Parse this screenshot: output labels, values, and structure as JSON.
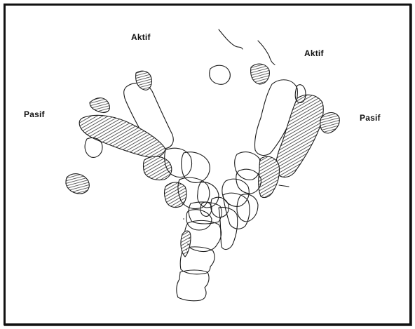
{
  "labels": {
    "top_left": "Aktif",
    "top_right": "Aktif",
    "left": "Pasif",
    "right": "Pasif"
  },
  "colors": {
    "line": "#1a1a1a",
    "hatch": "#333333",
    "background": "#ffffff"
  }
}
